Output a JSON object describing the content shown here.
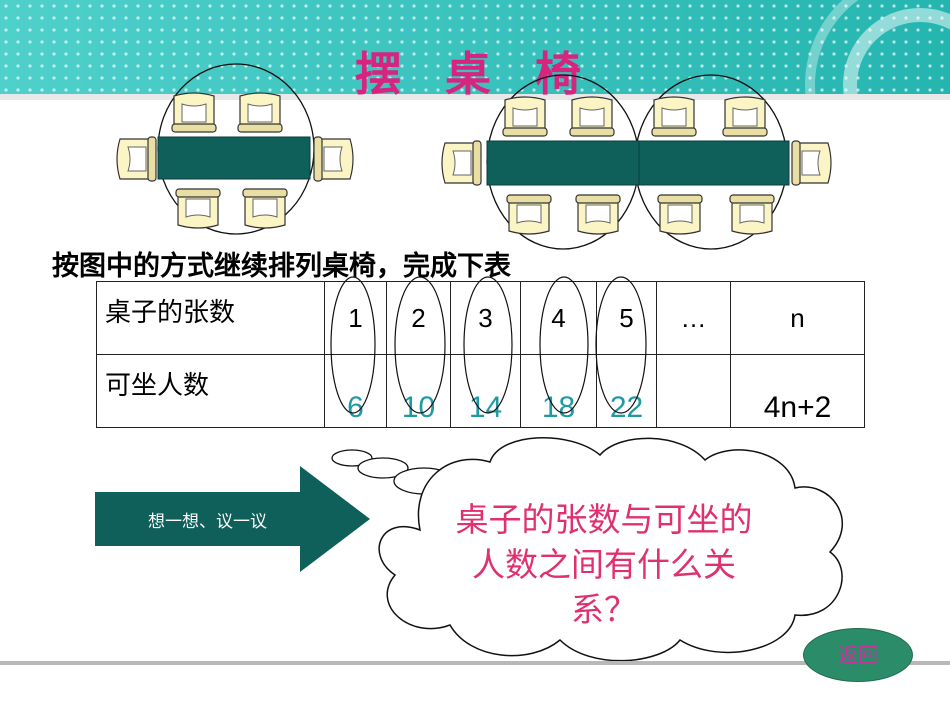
{
  "title": "摆 桌 椅",
  "instruction": "按图中的方式继续排列桌椅，完成下表",
  "table": {
    "row1_label": "桌子的张数",
    "row2_label": "可坐人数",
    "tables": [
      "1",
      "2",
      "3",
      "4",
      "5",
      "…",
      "n"
    ],
    "people": [
      "6",
      "10",
      "14",
      "18",
      "22",
      "",
      "4n+2"
    ]
  },
  "arrow_label": "想一想、议一议",
  "question": "桌子的张数与可坐的人数之间有什么关系？",
  "return_label": "返回",
  "colors": {
    "title": "#d6247f",
    "banner": "#3cc7c1",
    "table_top": "#0f5f5a",
    "chair": "#fbf4c4",
    "value_text": "#1e9aa3",
    "arrow": "#0f5f5a",
    "question": "#e0306f",
    "return_button": "#2b8c6a"
  }
}
